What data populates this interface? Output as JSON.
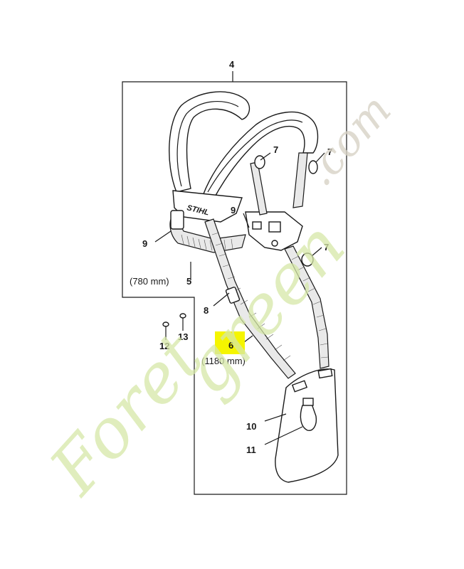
{
  "labels": {
    "assembly": "4",
    "waist_belt": "5",
    "waist_belt_length": "(780 mm)",
    "strap": "6",
    "strap_length": "(1180 mm)",
    "buckle_left": "7",
    "buckle_mid": "7",
    "buckle_right": "7",
    "slider": "8",
    "clip_left": "9",
    "clip_mid": "9",
    "hip_pad": "10",
    "carabiner": "11",
    "screw": "12",
    "nut": "13"
  },
  "logo": "STIHL",
  "watermark": {
    "main": "Foret",
    "accent": "green",
    "domain": ".com"
  },
  "highlight_color": "#f5f500"
}
